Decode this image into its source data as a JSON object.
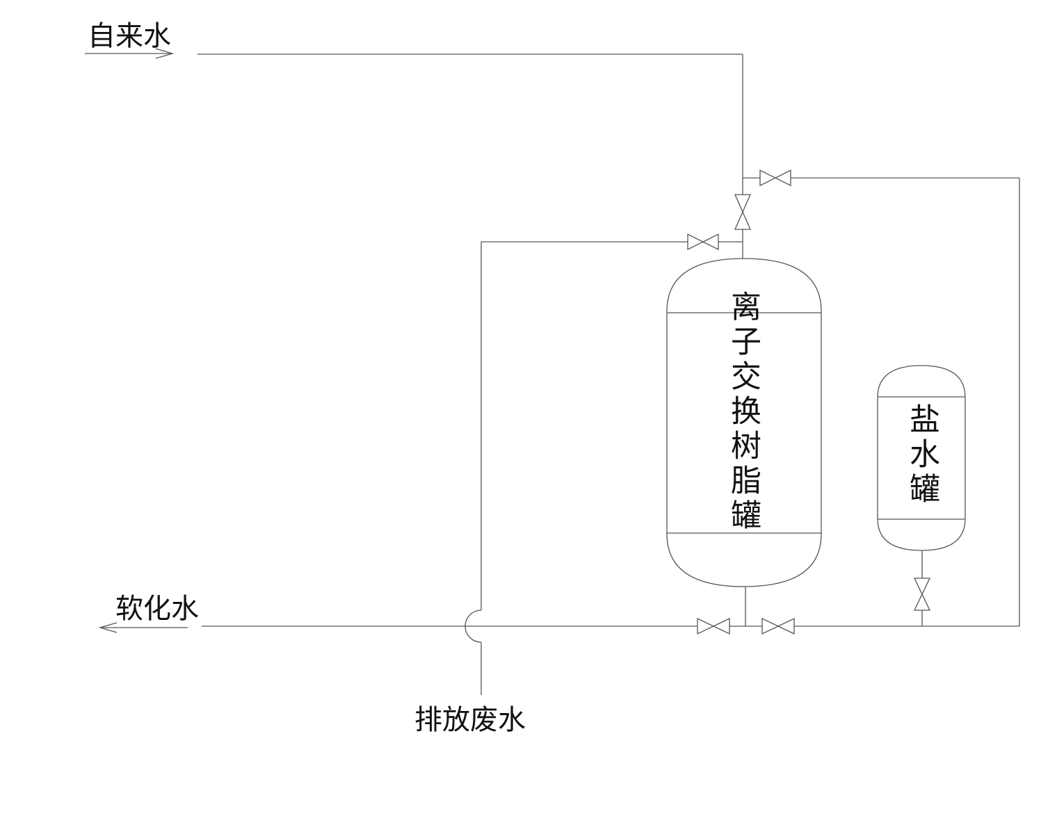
{
  "labels": {
    "tap_water": "自来水",
    "soft_water": "软化水",
    "waste_water": "排放废水",
    "resin_tank": "离子交换树脂罐",
    "brine_tank": "盐水罐"
  },
  "colors": {
    "line": "#555555",
    "text": "#111111",
    "background": "#ffffff"
  }
}
